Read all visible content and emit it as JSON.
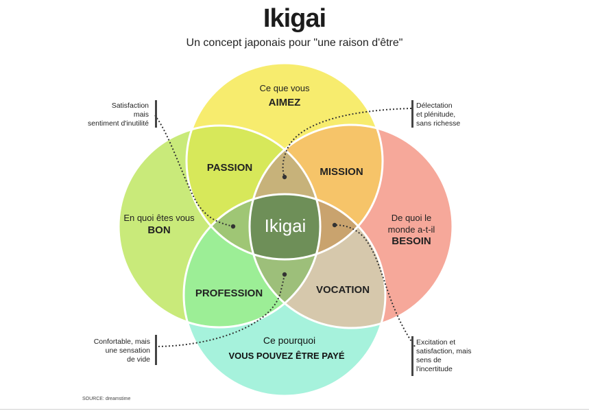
{
  "header": {
    "title": "Ikigai",
    "subtitle": "Un concept japonais pour \"une raison d'être\""
  },
  "circles": {
    "love": {
      "line1": "Ce que vous",
      "line2": "AIMEZ",
      "color": "#f7ec6e"
    },
    "good": {
      "line1": "En quoi êtes vous",
      "line2": "BON",
      "color": "#c9ea7a"
    },
    "need": {
      "line1": "De quoi le",
      "line2": "monde a-t-il",
      "line3": "BESOIN",
      "color": "#f6a89a"
    },
    "paid": {
      "line1": "Ce pourquoi",
      "line2": "VOUS POUVEZ ÊTRE PAYÉ",
      "color": "#a6f2dc"
    }
  },
  "overlaps": {
    "passion": "PASSION",
    "mission": "MISSION",
    "profession": "PROFESSION",
    "vocation": "VOCATION",
    "center": "Ikigai"
  },
  "annotations": {
    "top_left": [
      "Satisfaction",
      "mais",
      "sentiment d'inutilité"
    ],
    "top_right": [
      "Délectation",
      "et plénitude,",
      "sans richesse"
    ],
    "bottom_left": [
      "Confortable, mais",
      "une sensation",
      "de vide"
    ],
    "bottom_right": [
      "Excitation et",
      "satisfaction, mais",
      "sens de",
      "l'incertitude"
    ]
  },
  "footer": {
    "source": "SOURCE: dreamstime"
  },
  "colors": {
    "passion": "#d7e85a",
    "mission": "#f6c469",
    "profession": "#9cee96",
    "vocation": "#d6c8ac",
    "center": "#6e8f58",
    "inner_lens": "#a4c47a"
  }
}
